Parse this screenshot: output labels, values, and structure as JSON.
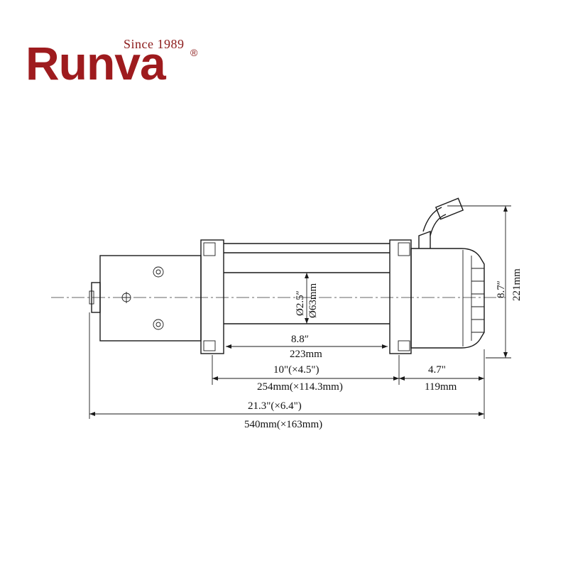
{
  "brand": {
    "name": "Runva",
    "tagline": "Since 1989",
    "registered_mark": "®",
    "color": "#9e1b1e"
  },
  "dimensions": {
    "drum_diameter_in": "Ø2.5″",
    "drum_diameter_mm": "Ø63mm",
    "drum_length_in": "8.8″",
    "drum_length_mm": "223mm",
    "mount_width_in": "10\"(×4.5\")",
    "mount_width_mm": "254mm(×114.3mm)",
    "gearbox_length_in": "4.7\"",
    "gearbox_length_mm": "119mm",
    "overall_length_in": "21.3\"(×6.4\")",
    "overall_length_mm": "540mm(×163mm)",
    "height_in": "8.7″",
    "height_mm": "221mm"
  }
}
